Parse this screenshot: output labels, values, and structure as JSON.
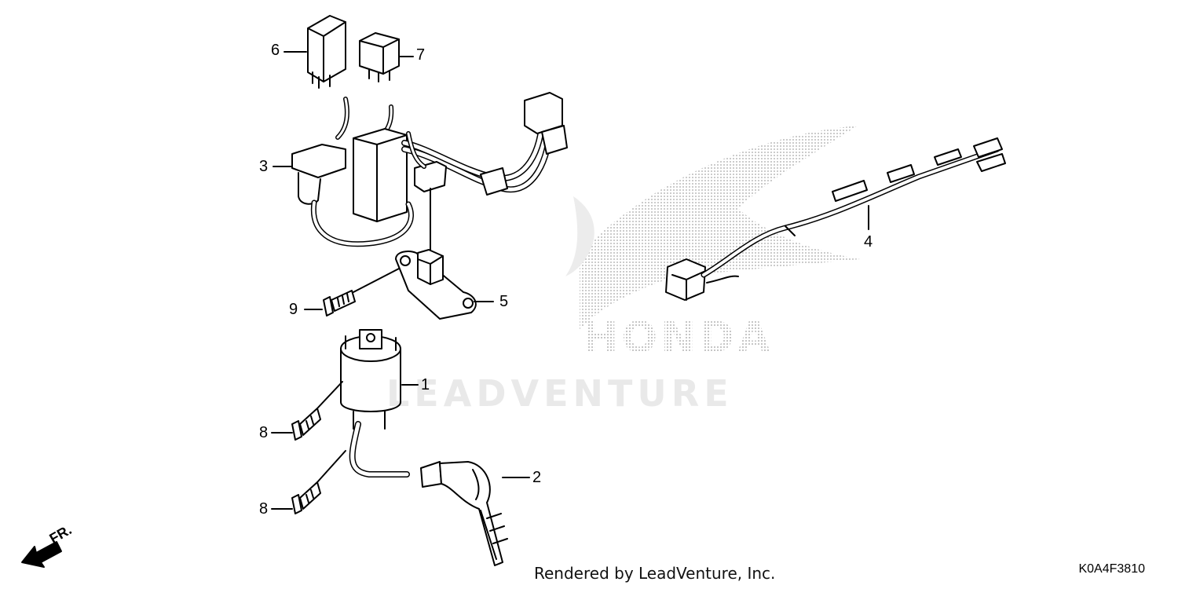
{
  "diagram": {
    "callouts": [
      "1",
      "2",
      "3",
      "4",
      "5",
      "6",
      "7",
      "8",
      "8",
      "9"
    ],
    "watermark_text": "LEADVENTURE",
    "brand_mark": "HONDA",
    "credit": "Rendered by LeadVenture, Inc.",
    "diagram_code": "K0A4F3810",
    "direction_label": "FR."
  },
  "parts": [
    {
      "name": "ignition-coil-icon"
    },
    {
      "name": "spark-plug-cap-icon"
    },
    {
      "name": "wire-harness-icon"
    },
    {
      "name": "sub-harness-icon"
    },
    {
      "name": "sensor-icon"
    },
    {
      "name": "relay-icon"
    },
    {
      "name": "mini-relay-icon"
    },
    {
      "name": "bolt-icon"
    },
    {
      "name": "bolt-icon"
    },
    {
      "name": "screw-icon"
    }
  ]
}
